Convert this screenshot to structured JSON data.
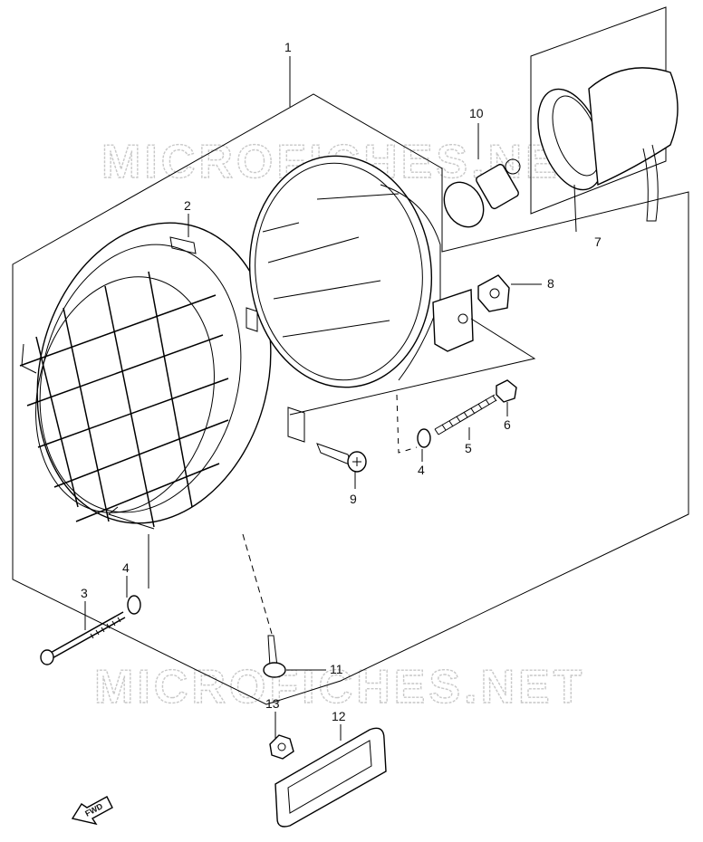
{
  "watermarks": [
    "MICROFICHES.NET",
    "MICROFICHES.NET"
  ],
  "callouts": [
    "1",
    "2",
    "3",
    "4",
    "4",
    "5",
    "6",
    "7",
    "8",
    "9",
    "10",
    "11",
    "12",
    "13"
  ],
  "fwd_label": "FWD"
}
